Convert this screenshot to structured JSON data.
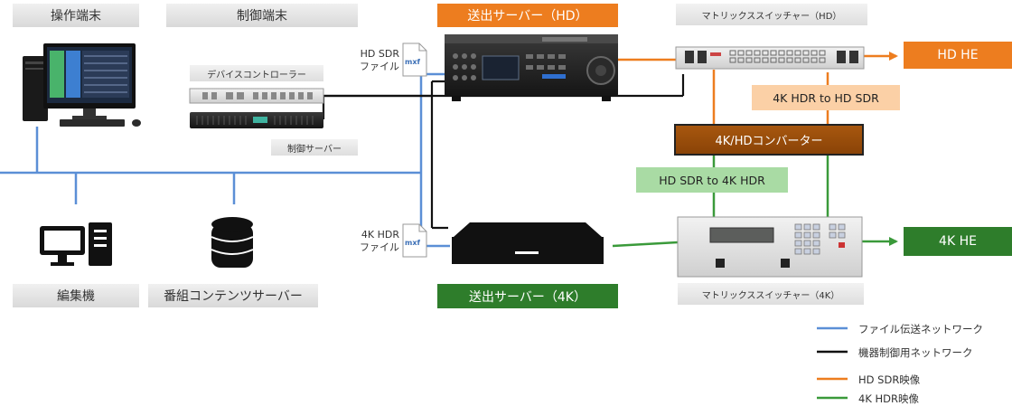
{
  "labels": {
    "operation_terminal": "操作端末",
    "control_terminal": "制御端末",
    "tx_server_hd": "送出サーバー（HD）",
    "matrix_switcher_hd": "マトリックススイッチャー（HD）",
    "device_controller": "デバイスコントローラー",
    "control_server": "制御サーバー",
    "hd_sdr_file": [
      "HD SDR",
      "ファイル"
    ],
    "k4_hdr_file": [
      "4K HDR",
      "ファイル"
    ],
    "hd_he": "HD HE",
    "hdr_to_sdr": "4K HDR to HD SDR",
    "converter": "4K/HDコンバーター",
    "sdr_to_hdr": "HD SDR to 4K HDR",
    "k4_he": "4K HE",
    "editor": "編集機",
    "content_server": "番組コンテンツサーバー",
    "tx_server_4k": "送出サーバー（4K）",
    "matrix_switcher_4k": "マトリックススイッチャー（4K）"
  },
  "legend": [
    {
      "label": "ファイル伝送ネットワーク",
      "color": "#5b8fd6"
    },
    {
      "label": "機器制御用ネットワーク",
      "color": "#111111"
    },
    {
      "label": "HD SDR映像",
      "color": "#ed7d1f"
    },
    {
      "label": "4K HDR映像",
      "color": "#3a9a3a"
    }
  ],
  "colors": {
    "file_network": "#5b8fd6",
    "control_network": "#111111",
    "hd_sdr": "#ed7d1f",
    "k4_hdr": "#3a9a3a"
  },
  "icons": [
    "desktop-pc-icon",
    "device-controller-icon",
    "control-server-icon",
    "mxf-file-icon",
    "hd-server-deck-icon",
    "matrix-switcher-hd-icon",
    "monitor-tower-icon",
    "database-icon",
    "4k-server-icon",
    "matrix-switcher-4k-icon"
  ]
}
